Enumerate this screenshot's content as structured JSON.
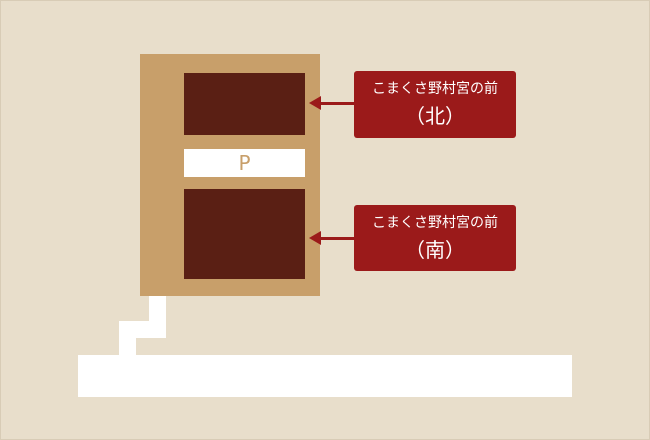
{
  "map": {
    "background_color": "#e8decb",
    "lot_color": "#c89f6a",
    "building_color": "#5a1f14",
    "callout_color": "#9b1a1a",
    "road_color": "#ffffff",
    "parking_label": "P",
    "callouts": [
      {
        "name": "こまくさ野村宮の前",
        "direction": "（北）"
      },
      {
        "name": "こまくさ野村宮の前",
        "direction": "（南）"
      }
    ]
  }
}
